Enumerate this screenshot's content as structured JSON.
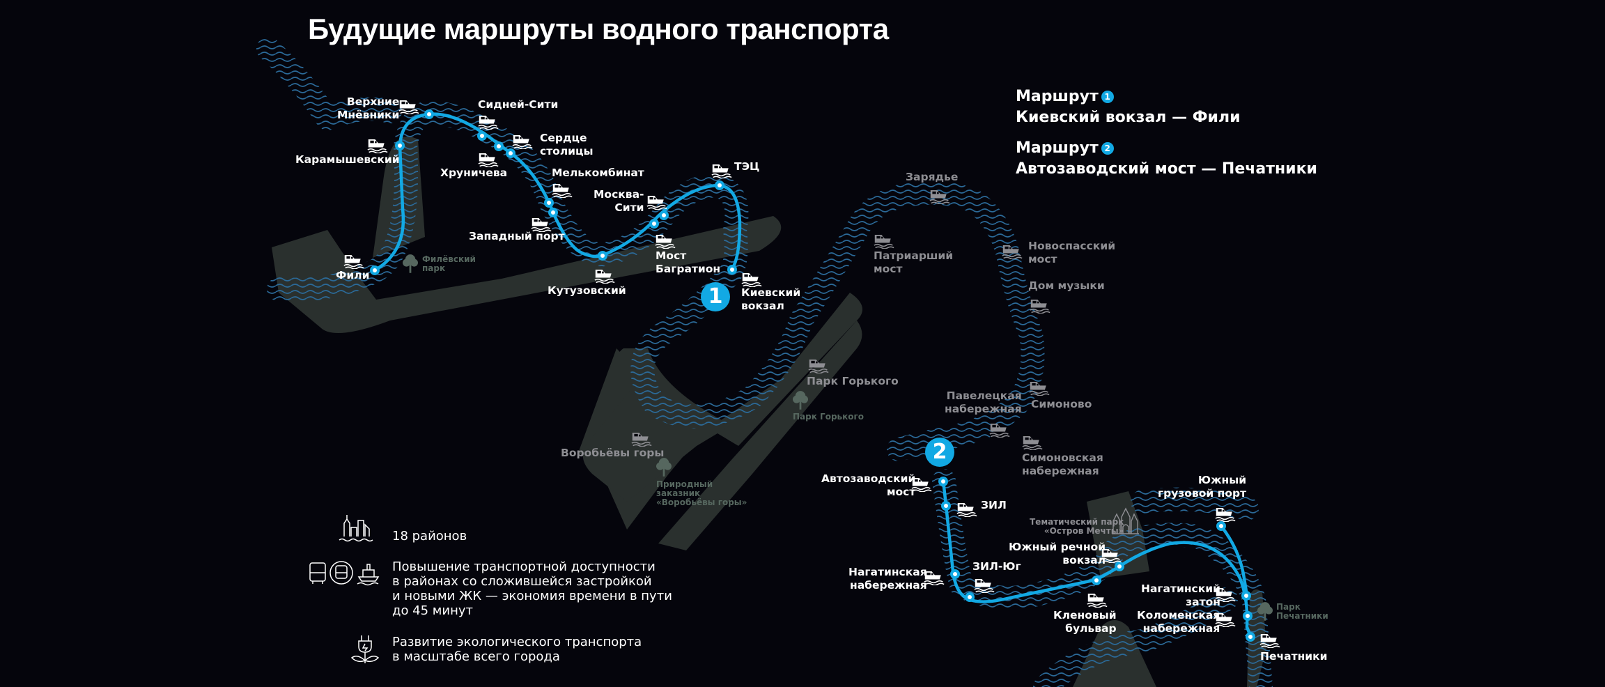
{
  "title": "Будущие маршруты водного транспорта",
  "colors": {
    "background": "#05050c",
    "route_line": "#12a9e4",
    "land": "#2a302e",
    "water_waves": "#2b6a99",
    "active_label": "#ffffff",
    "inactive_label": "#8e8e93",
    "park_label": "#56675f"
  },
  "legend": {
    "route1_title": "Маршрут",
    "route1_number": "1",
    "route1_desc": "Киевский вокзал — Фили",
    "route2_title": "Маршрут",
    "route2_number": "2",
    "route2_desc": "Автозаводский мост — Печатники"
  },
  "route_badges": {
    "route1": "1",
    "route2": "2"
  },
  "route1_stops": [
    {
      "name": "Верхние\nМнёвники"
    },
    {
      "name": "Сидней-Сити"
    },
    {
      "name": "Карамышевский"
    },
    {
      "name": "Сердце\nстолицы"
    },
    {
      "name": "Хруничева"
    },
    {
      "name": "Мелькомбинат"
    },
    {
      "name": "ТЭЦ"
    },
    {
      "name": "Москва-\nСити"
    },
    {
      "name": "Западный порт"
    },
    {
      "name": "Мост\nБагратион"
    },
    {
      "name": "Фили"
    },
    {
      "name": "Кутузовский"
    },
    {
      "name": "Киевский\nвокзал"
    }
  ],
  "inactive_stops": [
    {
      "name": "Зарядье"
    },
    {
      "name": "Патриарший\nмост"
    },
    {
      "name": "Новоспасский\nмост"
    },
    {
      "name": "Дом музыки"
    },
    {
      "name": "Парк Горького"
    },
    {
      "name": "Павелецкая\nнабережная"
    },
    {
      "name": "Симоново"
    },
    {
      "name": "Воробьёвы горы"
    },
    {
      "name": "Симоновская\nнабережная"
    }
  ],
  "route2_stops": [
    {
      "name": "Автозаводский\nмост"
    },
    {
      "name": "ЗИЛ"
    },
    {
      "name": "Южный\nгрузовой порт"
    },
    {
      "name": "Южный речной\nвокзал"
    },
    {
      "name": "Нагатинская\nнабережная"
    },
    {
      "name": "ЗИЛ-Юг"
    },
    {
      "name": "Нагатинский\nзатон"
    },
    {
      "name": "Коломенская\nнабережная"
    },
    {
      "name": "Кленовый\nбульвар"
    },
    {
      "name": "Печатники"
    }
  ],
  "parks": [
    {
      "name": "Филёвский\nпарк"
    },
    {
      "name": "Парк Горького"
    },
    {
      "name": "Природный\nзаказник\n«Воробьёвы горы»"
    },
    {
      "name": "Тематический парк\n«Остров Мечты»"
    },
    {
      "name": "Парк\nПечатники"
    }
  ],
  "facts": [
    {
      "icon": "city-icon",
      "text": "18 районов"
    },
    {
      "icon": "transport-icon",
      "text": "Повышение транспортной доступности\nв районах со сложившейся застройкой\nи новыми ЖК — экономия времени в пути\nдо 45 минут"
    },
    {
      "icon": "eco-plug-icon",
      "text": "Развитие экологического транспорта\nв масштабе всего города"
    }
  ]
}
